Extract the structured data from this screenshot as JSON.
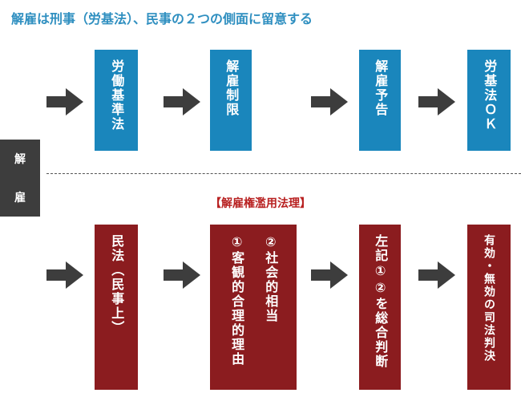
{
  "title": "解雇は刑事（労基法）、民事の２つの側面に留意する",
  "side_label": [
    "解",
    "雇"
  ],
  "center_label": "【解雇権濫用法理】",
  "top_row": [
    "労働基準法",
    "解雇制限",
    "解雇予告",
    "労基法ＯＫ"
  ],
  "bottom_row": {
    "box1": "民法（民事上）",
    "box2_col1": "①客観的合理的理由",
    "box2_col2": "②社会的相当",
    "box3": "左記①②を総合判断",
    "box4": "有効・無効の司法判決"
  },
  "colors": {
    "blue": "#1a86bc",
    "red": "#8b1c1f",
    "title": "#2f8fc0",
    "arrow": "#3d3d3d"
  }
}
